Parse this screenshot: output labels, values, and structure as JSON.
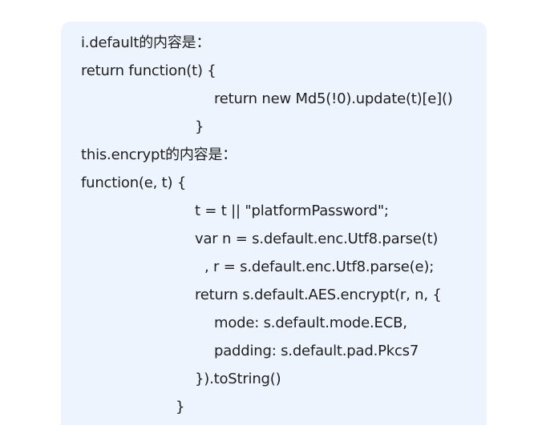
{
  "document": {
    "lines": [
      "i.default的内容是：",
      "return function(t) {",
      "return new Md5(!0).update(t)[e]()",
      "}",
      "this.encrypt的内容是：",
      "function(e, t) {",
      "t = t || \"platformPassword\";",
      "var n = s.default.enc.Utf8.parse(t)",
      ", r = s.default.enc.Utf8.parse(e);",
      "return s.default.AES.encrypt(r, n, {",
      "mode: s.default.mode.ECB,",
      "padding: s.default.pad.Pkcs7",
      "}).toString()",
      "}"
    ]
  }
}
